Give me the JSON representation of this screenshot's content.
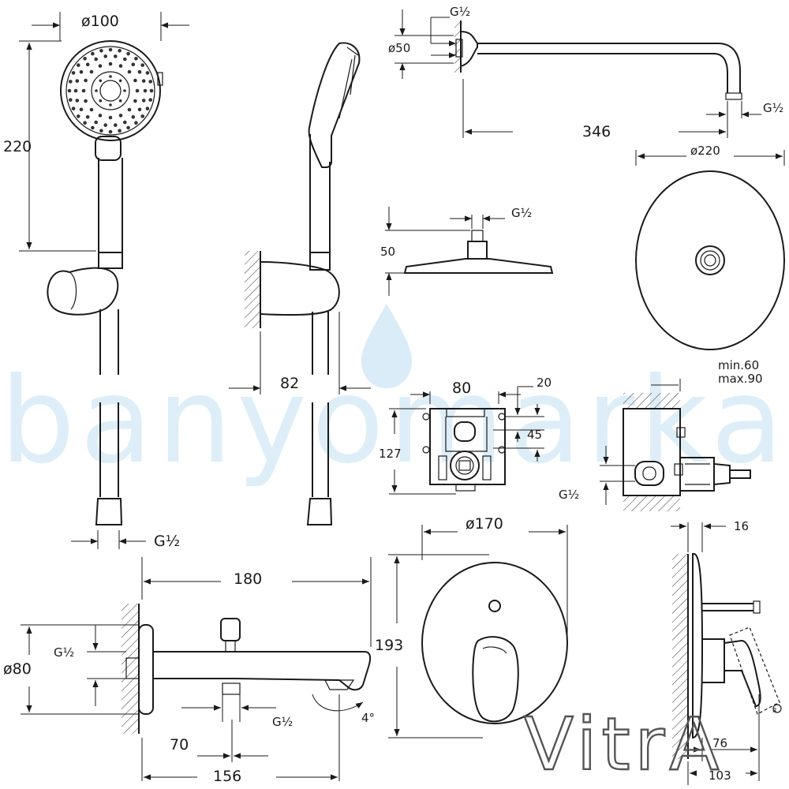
{
  "watermark": {
    "text": "banyomarka",
    "drop_color": "#d9ecf7"
  },
  "brand": {
    "text": "VitrA"
  },
  "dimensions": {
    "hand_shower_diameter": "ø100",
    "hand_shower_height": "220",
    "hand_shower_connection": "G½",
    "holder_depth": "82",
    "arm_connection_top": "G½",
    "arm_flange_diameter": "ø50",
    "arm_connection_end": "G½",
    "arm_length": "346",
    "head_connection": "G½",
    "head_height": "50",
    "head_diameter": "ø220",
    "box_width": "80",
    "box_top_offset": "20",
    "box_port_offset": "45",
    "box_height": "127",
    "box_depth_min": "min.60",
    "box_depth_max": "max.90",
    "box_connection": "G½",
    "spout_length": "180",
    "spout_connection_top": "G½",
    "spout_flange_diameter": "ø80",
    "spout_connection_bottom": "G½",
    "spout_outlet_offset": "70",
    "spout_total": "156",
    "spout_angle": "4°",
    "mixer_plate_diameter": "ø170",
    "mixer_plate_height": "193",
    "mixer_side_depth": "16",
    "mixer_lever_depth": "76",
    "mixer_total_depth": "103"
  }
}
